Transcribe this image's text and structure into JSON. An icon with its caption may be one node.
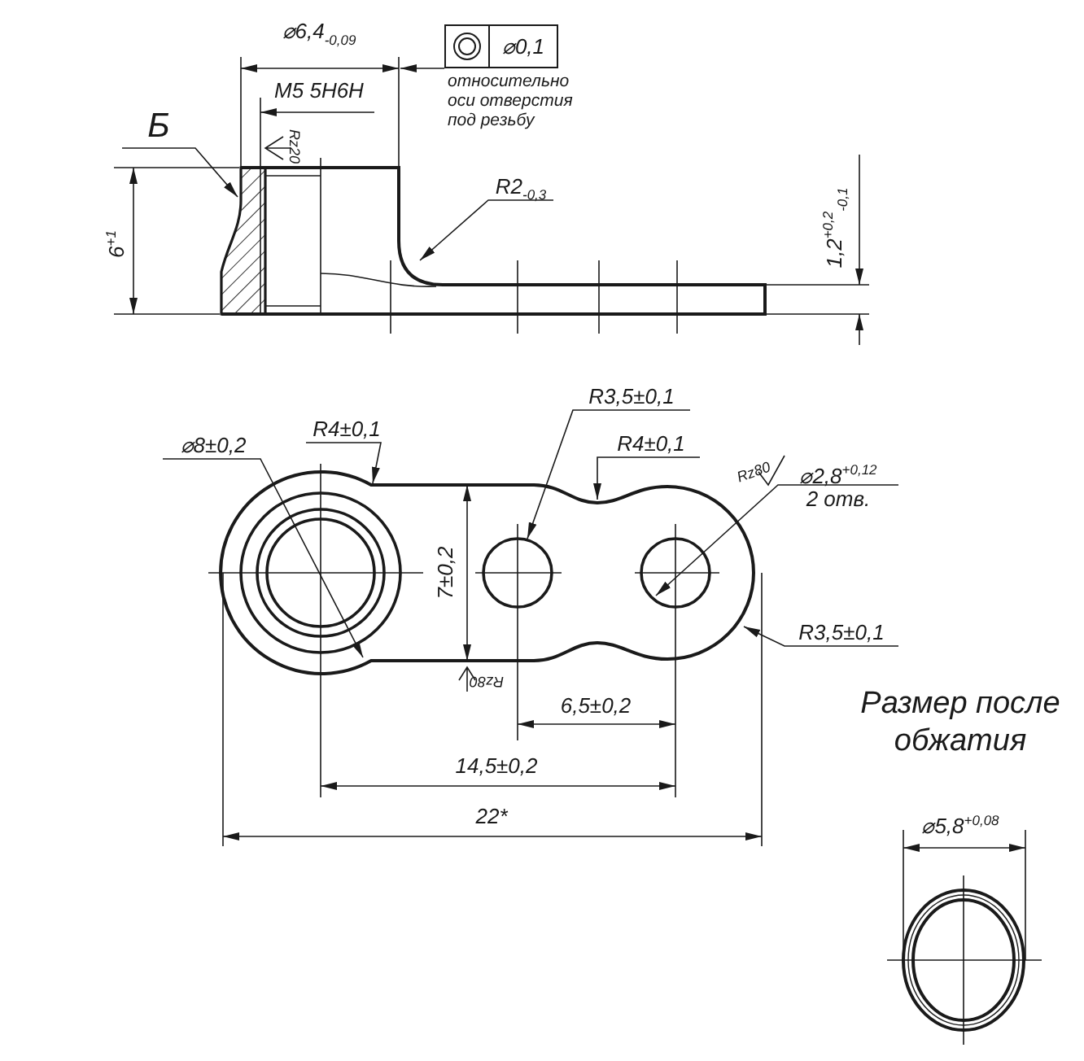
{
  "diagram": {
    "nodes": [
      {
        "text": [
          "Б"
        ]
      },
      {
        "text": [
          "R2$_{-0,3}$"
        ]
      },
      {
        "text": [
          "⌀8±0,2"
        ]
      },
      {
        "text": [
          "R4±0,1"
        ]
      },
      {
        "text": [
          "R3,5±0,1"
        ]
      },
      {
        "text": [
          "R4±0,1"
        ]
      },
      {
        "text": [
          "⌀2,8$^{+0,12}$",
          "2 отв."
        ]
      },
      {
        "text": [
          "R3,5±0,1"
        ]
      },
      {
        "text": [
          "⌀0,1"
        ],
        "beside": [
          "относительно оси отверстия под резьбу"
        ]
      },
      {
        "text": [],
        "shape": "picture"
      }
    ],
    "edges": [
      {
        "from": 0,
        "to": 9,
        "arrow": "to"
      },
      {
        "from": 1,
        "to": null,
        "arrow": "to"
      },
      {
        "from": 2,
        "to": null,
        "arrow": "to"
      },
      {
        "from": 3,
        "to": null,
        "arrow": "to"
      },
      {
        "from": 4,
        "to": null,
        "arrow": "to"
      },
      {
        "from": 5,
        "to": null,
        "arrow": "to"
      },
      {
        "from": 6,
        "to": null,
        "arrow": "to"
      },
      {
        "from": 7,
        "to": null,
        "arrow": "to"
      },
      {
        "from": 8,
        "to": null,
        "arrow": "to"
      }
    ],
    "labels": [
      "⌀6,4$_{-0,09}$",
      "M5 5H6H",
      "Rz20",
      "6$^{+1}$",
      "1,2$^{+0,2}$$_{-0,1}$",
      "Rz80",
      "7±0,2",
      "Rz80",
      "6,5±0,2",
      "14,5±0,2",
      "22*",
      "Размер после обжатия",
      "⌀5,8$^{+0,08}$"
    ]
  }
}
